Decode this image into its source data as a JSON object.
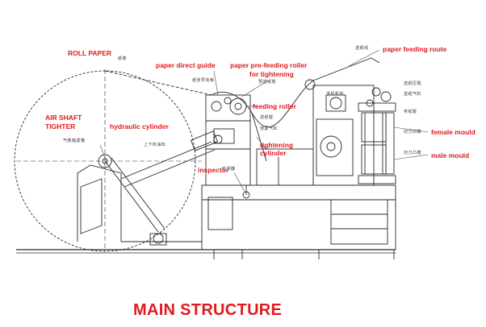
{
  "labels": {
    "roll_paper": "ROLL PAPER",
    "paper_direct_guide": "paper direct guide",
    "pre_feeding_roller_l1": "paper pre-feeding roller",
    "pre_feeding_roller_l2": "for tightening",
    "paper_feeding_route": "paper feeding route",
    "air_shaft_l1": "AIR SHAFT",
    "air_shaft_l2": "TIGHTER",
    "hydraulic_cylinder": "hydraulic cylinder",
    "feeding_roller": "feeding roller",
    "tightening_cylinder_l1": "tightening",
    "tightening_cylinder_l2": "cylinder",
    "inspector": "inspector",
    "female_mould": "female mould",
    "male_mould": "male mould"
  },
  "title": "MAIN STRUCTURE",
  "colors": {
    "label": "#e0191e",
    "line": "#2a2a2a",
    "background": "#ffffff"
  }
}
